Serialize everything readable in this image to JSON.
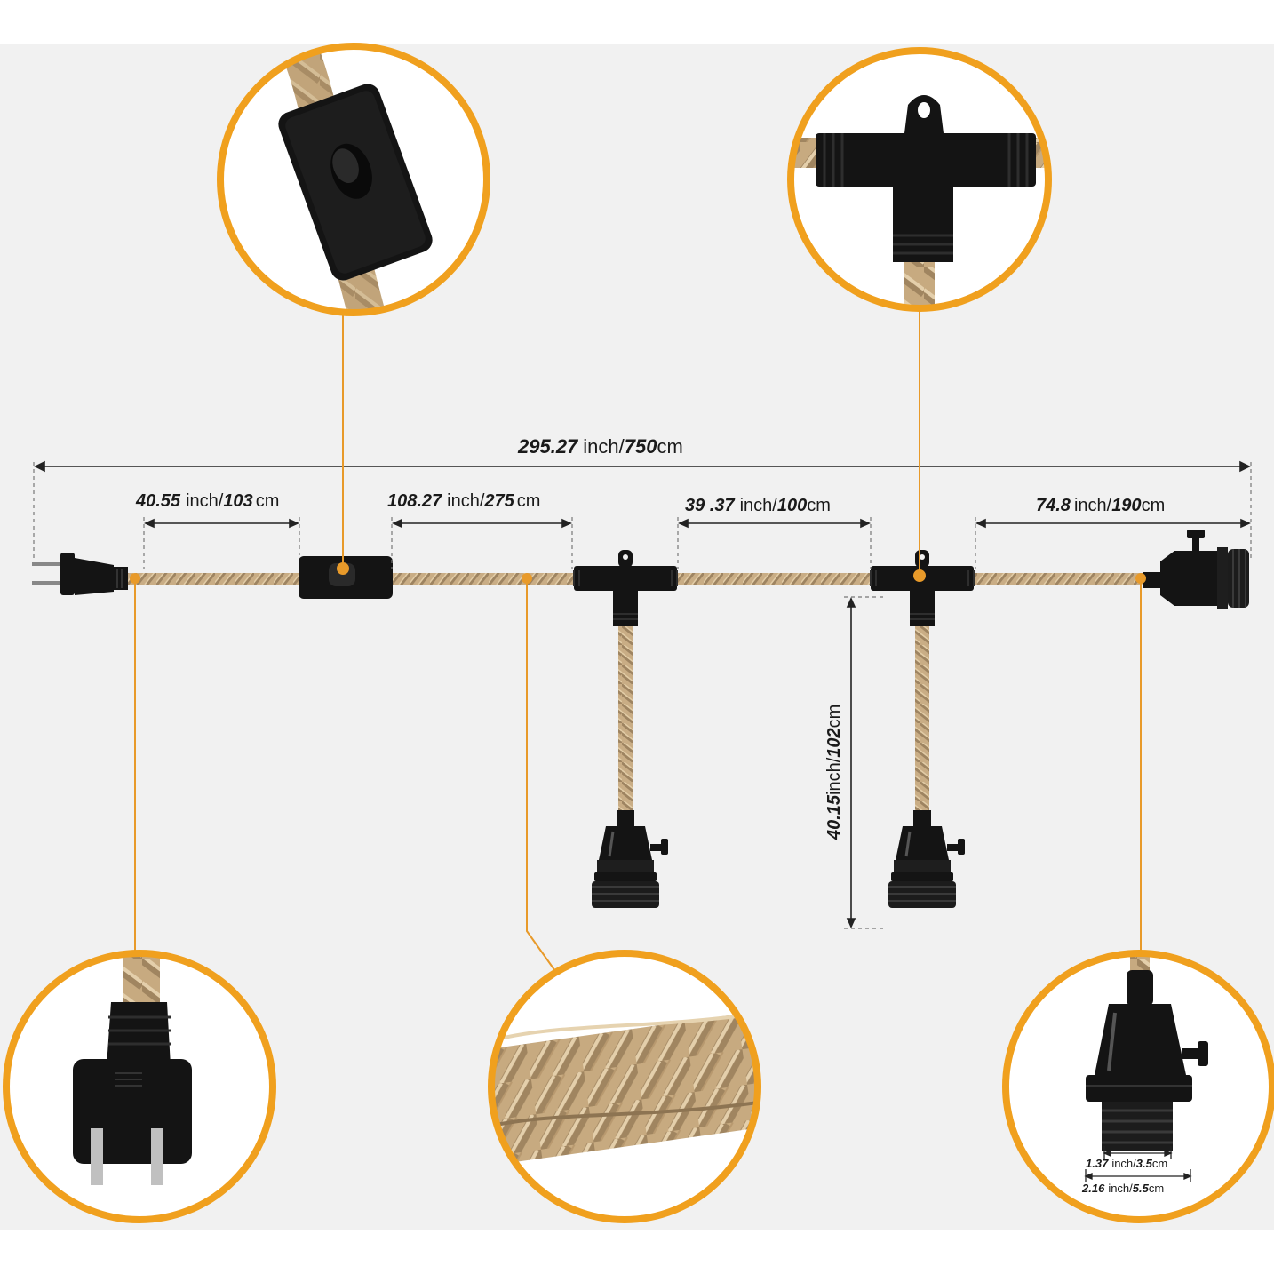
{
  "colors": {
    "ring": "#f0a01e",
    "leader": "#e89a2a",
    "rope": "#c9ad85",
    "rope_dark": "#9e8461",
    "black": "#141414",
    "dim_line": "#222222",
    "panel": "#f1f1f1"
  },
  "dimensions": {
    "total": {
      "value": "295.27",
      "unit1": "inch/",
      "value2": "750",
      "unit2": "cm"
    },
    "plug_to_switch": {
      "value": "40.55",
      "unit1": "inch/",
      "value2": "103",
      "unit2": "cm"
    },
    "switch_to_socket1": {
      "value": "108.27",
      "unit1": "inch/",
      "value2": "275",
      "unit2": "cm"
    },
    "socket1_to_socket2": {
      "value": "39 .37",
      "unit1": "inch/",
      "value2": "100",
      "unit2": "cm"
    },
    "socket2_to_end": {
      "value": "74.8",
      "unit1": "inch/",
      "value2": "190",
      "unit2": "cm"
    },
    "drop": {
      "value": "40.15",
      "unit1": "inch/",
      "value2": "102",
      "unit2": "cm"
    },
    "socket_inner": {
      "value": "1.37",
      "unit1": "inch/",
      "value2": "3.5",
      "unit2": "cm"
    },
    "socket_outer": {
      "value": "2.16",
      "unit1": "inch/",
      "value2": "5.5",
      "unit2": "cm"
    }
  },
  "icons": {
    "plug": "us-2-prong-plug-icon",
    "switch": "inline-rocker-switch-icon",
    "t_connector": "t-splitter-connector-icon",
    "socket": "e26-lamp-socket-icon",
    "rope": "twisted-hemp-rope-icon"
  }
}
